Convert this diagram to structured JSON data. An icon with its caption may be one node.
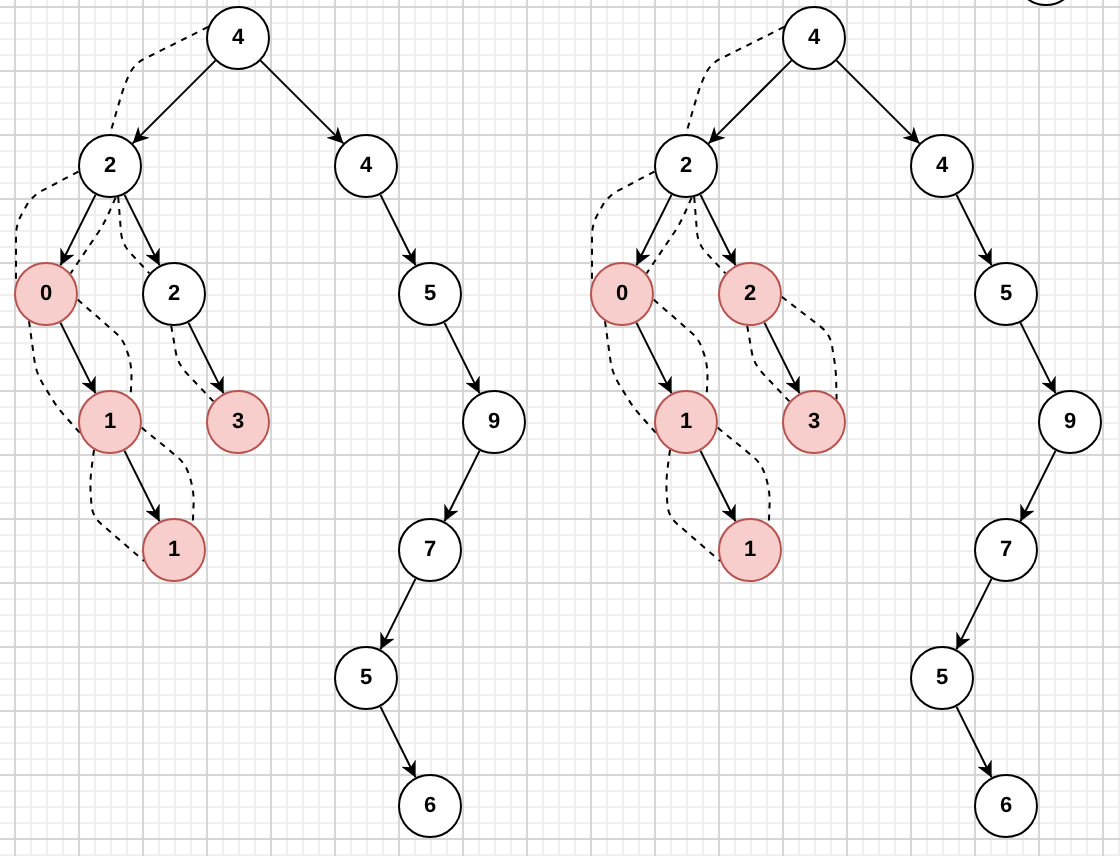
{
  "diagram": {
    "nodes": [
      {
        "text": [
          "4"
        ]
      },
      {
        "text": [
          "2"
        ]
      },
      {
        "text": [
          "4"
        ]
      },
      {
        "text": [
          "0"
        ]
      },
      {
        "text": [
          "2"
        ]
      },
      {
        "text": [
          "5"
        ]
      },
      {
        "text": [
          "1"
        ]
      },
      {
        "text": [
          "3"
        ]
      },
      {
        "text": [
          "9"
        ]
      },
      {
        "text": [
          "1"
        ]
      },
      {
        "text": [
          "7"
        ]
      },
      {
        "text": [
          "5"
        ]
      },
      {
        "text": [
          "6"
        ]
      },
      {
        "text": [
          "4"
        ]
      },
      {
        "text": [
          "2"
        ]
      },
      {
        "text": [
          "4"
        ]
      },
      {
        "text": [
          "0"
        ]
      },
      {
        "text": [
          "2"
        ]
      },
      {
        "text": [
          "5"
        ]
      },
      {
        "text": [
          "1"
        ]
      },
      {
        "text": [
          "3"
        ]
      },
      {
        "text": [
          "9"
        ]
      },
      {
        "text": [
          "1"
        ]
      },
      {
        "text": [
          "7"
        ]
      },
      {
        "text": [
          "5"
        ]
      },
      {
        "text": [
          "6"
        ]
      },
      {
        "text": [],
        "shape": "circle"
      }
    ],
    "edges": [
      {
        "from": 0,
        "to": 1,
        "arrow": "to"
      },
      {
        "from": 0,
        "to": 2,
        "arrow": "to"
      },
      {
        "from": 1,
        "to": 3,
        "arrow": "to"
      },
      {
        "from": 1,
        "to": 4,
        "arrow": "to"
      },
      {
        "from": 2,
        "to": 5,
        "arrow": "to"
      },
      {
        "from": 3,
        "to": 6,
        "arrow": "to"
      },
      {
        "from": 4,
        "to": 7,
        "arrow": "to"
      },
      {
        "from": 5,
        "to": 8,
        "arrow": "to"
      },
      {
        "from": 6,
        "to": 9,
        "arrow": "to"
      },
      {
        "from": 8,
        "to": 10,
        "arrow": "to"
      },
      {
        "from": 10,
        "to": 11,
        "arrow": "to"
      },
      {
        "from": 11,
        "to": 12,
        "arrow": "to"
      },
      {
        "from": 0,
        "to": 1,
        "arrow": "none",
        "style": "dashed"
      },
      {
        "from": 1,
        "to": 3,
        "arrow": "none",
        "style": "dashed"
      },
      {
        "from": 1,
        "to": 3,
        "arrow": "none",
        "style": "dashed"
      },
      {
        "from": 1,
        "to": 4,
        "arrow": "none",
        "style": "dashed"
      },
      {
        "from": 3,
        "to": 6,
        "arrow": "none",
        "style": "dashed"
      },
      {
        "from": 3,
        "to": 6,
        "arrow": "none",
        "style": "dashed"
      },
      {
        "from": 6,
        "to": 9,
        "arrow": "none",
        "style": "dashed"
      },
      {
        "from": 6,
        "to": 9,
        "arrow": "none",
        "style": "dashed"
      },
      {
        "from": 4,
        "to": 7,
        "arrow": "none",
        "style": "dashed"
      },
      {
        "from": 13,
        "to": 14,
        "arrow": "to"
      },
      {
        "from": 13,
        "to": 15,
        "arrow": "to"
      },
      {
        "from": 14,
        "to": 16,
        "arrow": "to"
      },
      {
        "from": 14,
        "to": 17,
        "arrow": "to"
      },
      {
        "from": 15,
        "to": 18,
        "arrow": "to"
      },
      {
        "from": 16,
        "to": 19,
        "arrow": "to"
      },
      {
        "from": 17,
        "to": 20,
        "arrow": "to"
      },
      {
        "from": 18,
        "to": 21,
        "arrow": "to"
      },
      {
        "from": 19,
        "to": 22,
        "arrow": "to"
      },
      {
        "from": 21,
        "to": 23,
        "arrow": "to"
      },
      {
        "from": 23,
        "to": 24,
        "arrow": "to"
      },
      {
        "from": 24,
        "to": 25,
        "arrow": "to"
      },
      {
        "from": 13,
        "to": 14,
        "arrow": "none",
        "style": "dashed"
      },
      {
        "from": 14,
        "to": 16,
        "arrow": "none",
        "style": "dashed"
      },
      {
        "from": 14,
        "to": 16,
        "arrow": "none",
        "style": "dashed"
      },
      {
        "from": 14,
        "to": 17,
        "arrow": "none",
        "style": "dashed"
      },
      {
        "from": 16,
        "to": 19,
        "arrow": "none",
        "style": "dashed"
      },
      {
        "from": 16,
        "to": 19,
        "arrow": "none",
        "style": "dashed"
      },
      {
        "from": 19,
        "to": 22,
        "arrow": "none",
        "style": "dashed"
      },
      {
        "from": 19,
        "to": 22,
        "arrow": "none",
        "style": "dashed"
      },
      {
        "from": 17,
        "to": 20,
        "arrow": "none",
        "style": "dashed"
      },
      {
        "from": 17,
        "to": 20,
        "arrow": "none",
        "style": "dashed"
      }
    ]
  }
}
